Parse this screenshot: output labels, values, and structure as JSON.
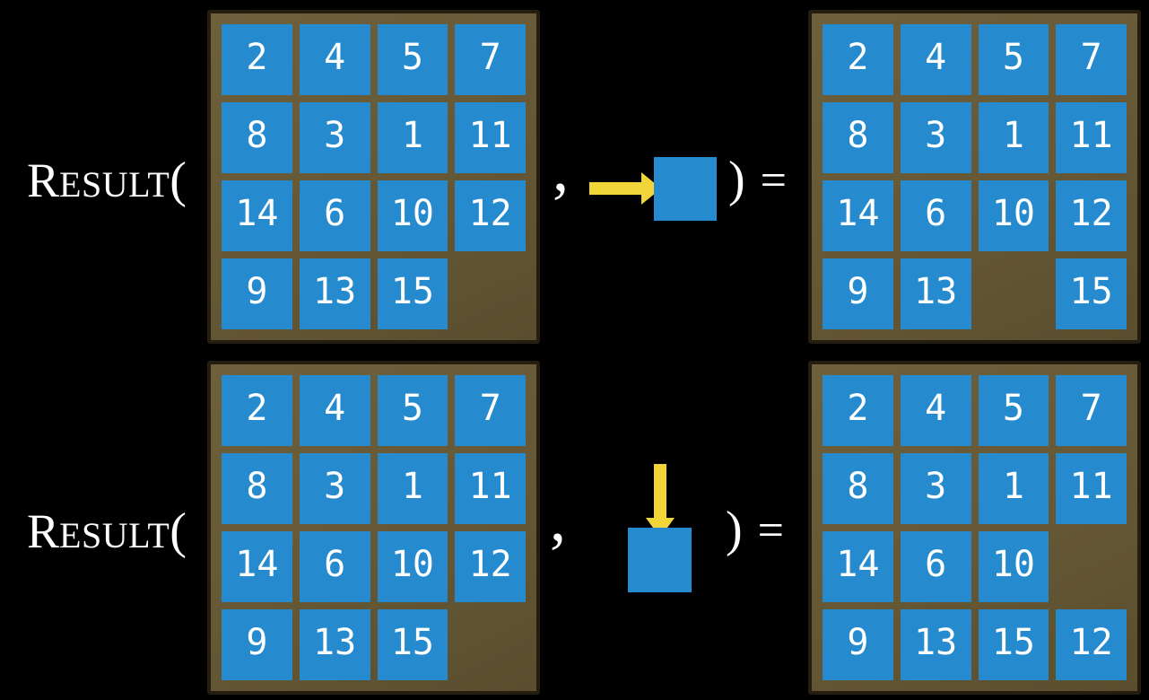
{
  "colors": {
    "background": "#000000",
    "tile": "#268BCE",
    "frame": "#665835",
    "frame_border": "#241D10",
    "arrow": "#F2D639",
    "text": "#FFFFFF"
  },
  "rows": [
    {
      "label_cap": "R",
      "label_small": "ESULT",
      "open_paren": "(",
      "comma": ",",
      "action": {
        "icon": "right-arrow-icon",
        "direction": "right"
      },
      "close_paren": ")",
      "equals": "=",
      "input_grid": {
        "rows": [
          [
            "2",
            "4",
            "5",
            "7"
          ],
          [
            "8",
            "3",
            "1",
            "11"
          ],
          [
            "14",
            "6",
            "10",
            "12"
          ],
          [
            "9",
            "13",
            "15",
            ""
          ]
        ]
      },
      "output_grid": {
        "rows": [
          [
            "2",
            "4",
            "5",
            "7"
          ],
          [
            "8",
            "3",
            "1",
            "11"
          ],
          [
            "14",
            "6",
            "10",
            "12"
          ],
          [
            "9",
            "13",
            "",
            "15"
          ]
        ]
      }
    },
    {
      "label_cap": "R",
      "label_small": "ESULT",
      "open_paren": "(",
      "comma": ",",
      "action": {
        "icon": "down-arrow-icon",
        "direction": "down"
      },
      "close_paren": ")",
      "equals": "=",
      "input_grid": {
        "rows": [
          [
            "2",
            "4",
            "5",
            "7"
          ],
          [
            "8",
            "3",
            "1",
            "11"
          ],
          [
            "14",
            "6",
            "10",
            "12"
          ],
          [
            "9",
            "13",
            "15",
            ""
          ]
        ]
      },
      "output_grid": {
        "rows": [
          [
            "2",
            "4",
            "5",
            "7"
          ],
          [
            "8",
            "3",
            "1",
            "11"
          ],
          [
            "14",
            "6",
            "10",
            ""
          ],
          [
            "9",
            "13",
            "15",
            "12"
          ]
        ]
      }
    }
  ]
}
